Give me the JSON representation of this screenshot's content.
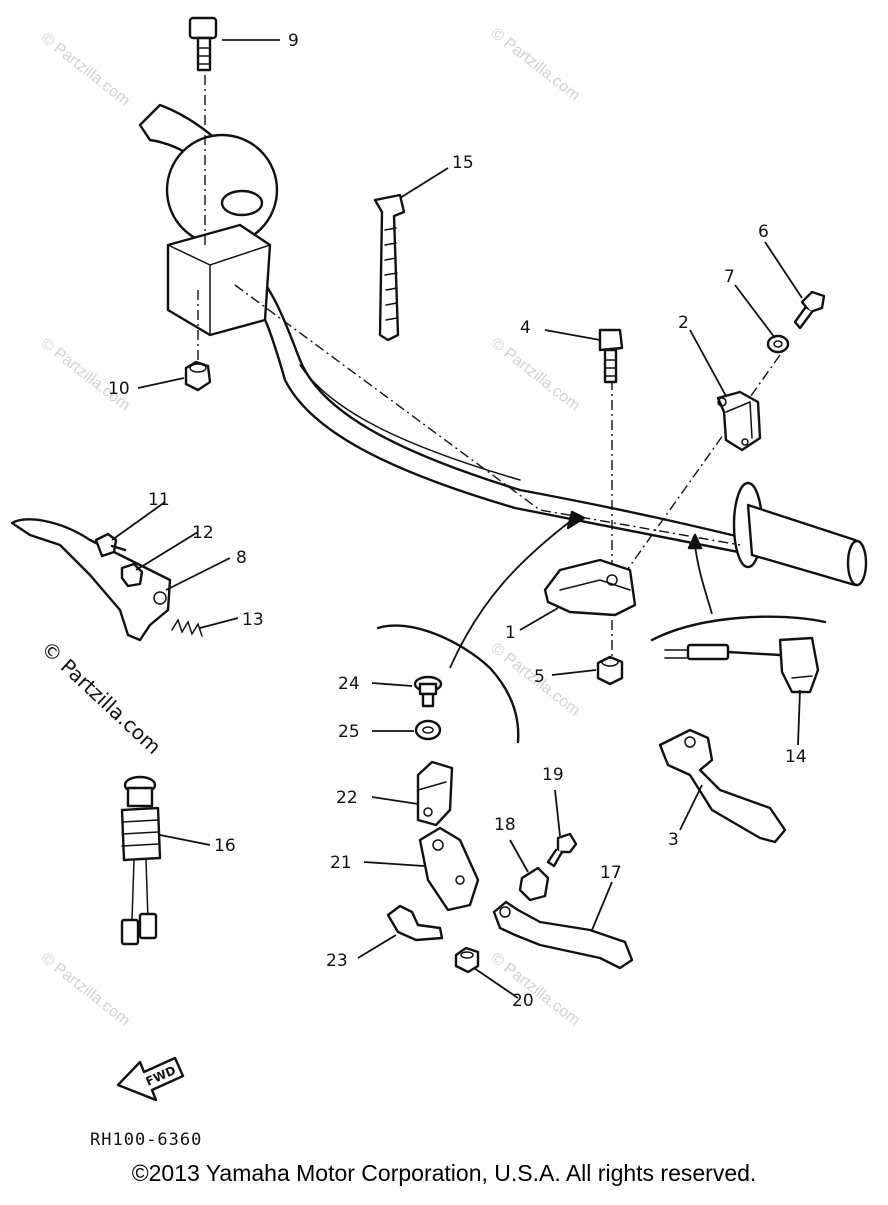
{
  "diagram": {
    "watermark": "© Partzilla.com",
    "side_watermark": "© Partzilla.com",
    "fwd_label": "FWD",
    "drawing_code": "RH100-6360",
    "copyright": "©2013 Yamaha Motor Corporation, U.S.A. All rights reserved.",
    "callouts": [
      {
        "id": "c1",
        "label": "1"
      },
      {
        "id": "c2",
        "label": "2"
      },
      {
        "id": "c3",
        "label": "3"
      },
      {
        "id": "c4",
        "label": "4"
      },
      {
        "id": "c5",
        "label": "5"
      },
      {
        "id": "c6",
        "label": "6"
      },
      {
        "id": "c7",
        "label": "7"
      },
      {
        "id": "c8",
        "label": "8"
      },
      {
        "id": "c9",
        "label": "9"
      },
      {
        "id": "c10",
        "label": "10"
      },
      {
        "id": "c11",
        "label": "11"
      },
      {
        "id": "c12",
        "label": "12"
      },
      {
        "id": "c13",
        "label": "13"
      },
      {
        "id": "c14",
        "label": "14"
      },
      {
        "id": "c15",
        "label": "15"
      },
      {
        "id": "c16",
        "label": "16"
      },
      {
        "id": "c17",
        "label": "17"
      },
      {
        "id": "c18",
        "label": "18"
      },
      {
        "id": "c19",
        "label": "19"
      },
      {
        "id": "c20",
        "label": "20"
      },
      {
        "id": "c21",
        "label": "21"
      },
      {
        "id": "c22",
        "label": "22"
      },
      {
        "id": "c23",
        "label": "23"
      },
      {
        "id": "c24",
        "label": "24"
      },
      {
        "id": "c25",
        "label": "25"
      }
    ]
  }
}
